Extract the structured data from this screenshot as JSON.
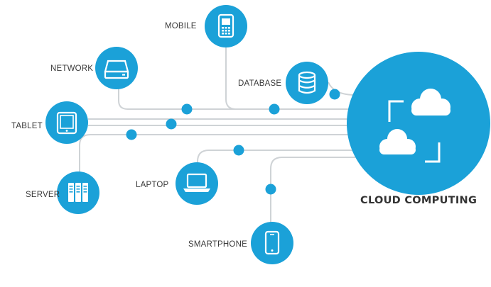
{
  "diagram": {
    "title": "CLOUD COMPUTING",
    "colors": {
      "accent": "#1ba1d8",
      "line": "#cfd3d6",
      "icon": "#ffffff",
      "label": "#3a3a3a"
    },
    "center": {
      "name": "cloud-hub",
      "icon": "clouds-icon"
    },
    "nodes": [
      {
        "key": "mobile",
        "label": "MOBILE",
        "icon": "mobile-phone-icon"
      },
      {
        "key": "network",
        "label": "NETWORK",
        "icon": "network-drive-icon"
      },
      {
        "key": "database",
        "label": "DATABASE",
        "icon": "database-icon"
      },
      {
        "key": "tablet",
        "label": "TABLET",
        "icon": "tablet-icon"
      },
      {
        "key": "server",
        "label": "SERVER",
        "icon": "server-icon"
      },
      {
        "key": "laptop",
        "label": "LAPTOP",
        "icon": "laptop-icon"
      },
      {
        "key": "smartphone",
        "label": "SMARTPHONE",
        "icon": "smartphone-icon"
      }
    ]
  }
}
